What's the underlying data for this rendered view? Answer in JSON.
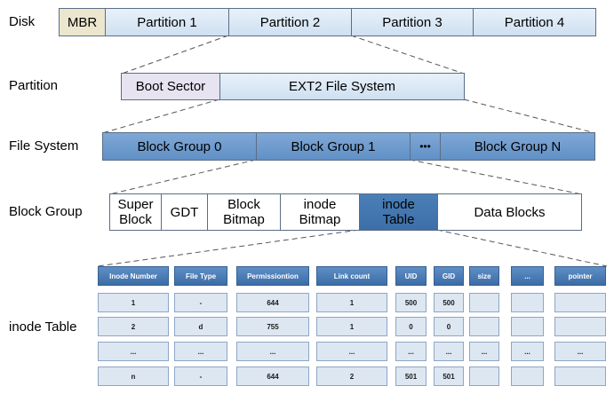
{
  "levels": {
    "disk": "Disk",
    "partition": "Partition",
    "file_system": "File System",
    "block_group": "Block Group",
    "inode_table": "inode Table"
  },
  "disk": {
    "mbr": "MBR",
    "partitions": [
      "Partition 1",
      "Partition 2",
      "Partition 3",
      "Partition 4"
    ]
  },
  "partition": {
    "boot_sector": "Boot Sector",
    "fs": "EXT2 File System"
  },
  "file_system": {
    "groups": [
      "Block Group 0",
      "Block Group 1",
      "•••",
      "Block Group N"
    ]
  },
  "block_group": {
    "super_block": [
      "Super",
      "Block"
    ],
    "gdt": "GDT",
    "block_bitmap": [
      "Block",
      "Bitmap"
    ],
    "inode_bitmap": [
      "inode",
      "Bitmap"
    ],
    "inode_table": [
      "inode",
      "Table"
    ],
    "data_blocks": "Data Blocks"
  },
  "table": {
    "headers": [
      "Inode Number",
      "File Type",
      "Permissiontion",
      "Link count",
      "UID",
      "GID",
      "size",
      "...",
      "pointer"
    ],
    "rows": [
      [
        "1",
        "-",
        "644",
        "1",
        "500",
        "500",
        "",
        "",
        ""
      ],
      [
        "2",
        "d",
        "755",
        "1",
        "0",
        "0",
        "",
        "",
        ""
      ],
      [
        "...",
        "...",
        "...",
        "...",
        "...",
        "...",
        "...",
        "...",
        "..."
      ],
      [
        "n",
        "-",
        "644",
        "2",
        "501",
        "501",
        "",
        "",
        ""
      ]
    ]
  }
}
